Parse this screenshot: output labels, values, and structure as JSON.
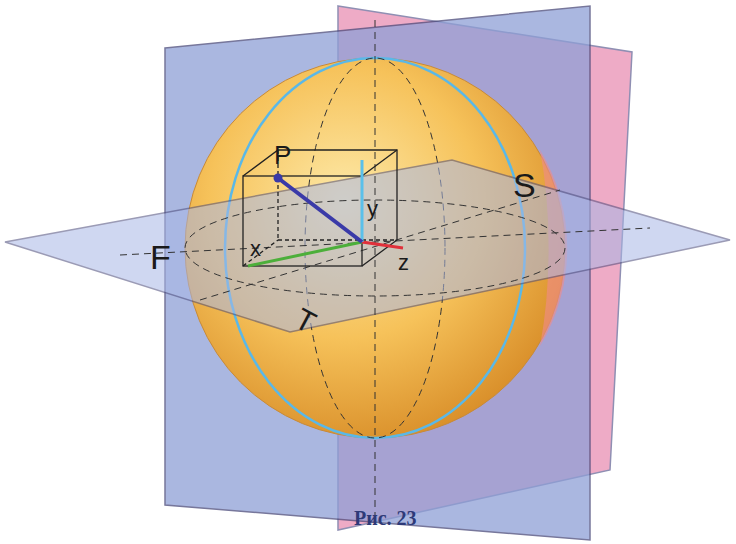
{
  "diagram": {
    "caption": "Рис. 23",
    "labels": [
      "P",
      "S",
      "F",
      "T",
      "x",
      "y",
      "z"
    ]
  }
}
